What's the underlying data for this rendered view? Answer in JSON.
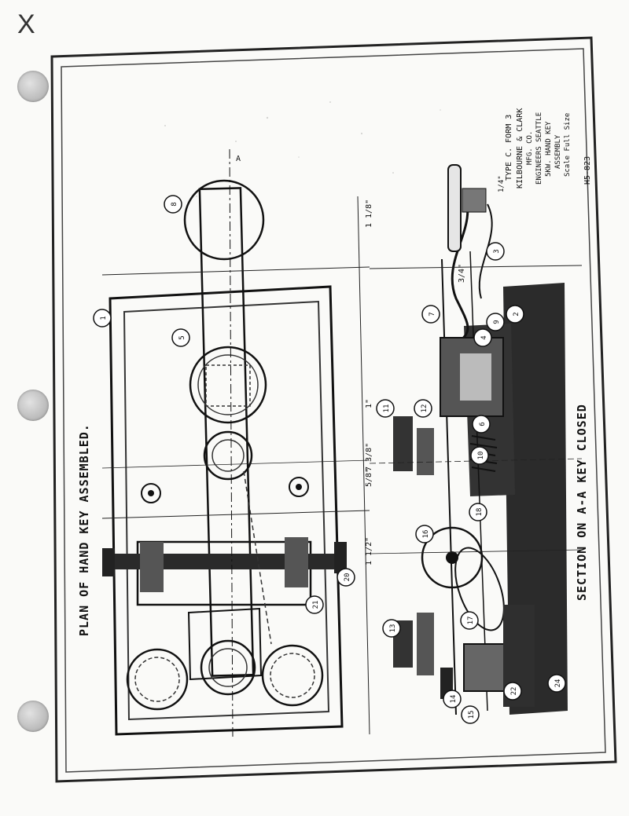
{
  "page": {
    "corner_mark": "X"
  },
  "drawing": {
    "plan_title": "PLAN OF HAND KEY ASSEMBLED.",
    "section_title": "SECTION ON A-A KEY CLOSED",
    "title_block": {
      "line1": "TYPE C. FORM 3",
      "line2": "KILBOURNE & CLARK",
      "line3": "MFG. CO.",
      "line4": "ENGINEERS SEATTLE",
      "line5": "5KW. HAND KEY",
      "line6": "ASSEMBLY",
      "line7": "Scale Full Size",
      "drawing_no": "H5-823"
    },
    "section_marker": "A",
    "part_numbers": [
      "1",
      "2",
      "3",
      "4",
      "5",
      "6",
      "7",
      "8",
      "9",
      "10",
      "11",
      "12",
      "13",
      "14",
      "15",
      "16",
      "17",
      "18",
      "20",
      "21",
      "22",
      "24"
    ],
    "dimensions": {
      "d_7_8": "7 3/8\"",
      "d_1_1_2": "1 1/2\"",
      "d_1": "1\"",
      "d_1_1_8": "1 1/8\"",
      "d_5_8": "5/8\"",
      "d_3_4": "3/4\"",
      "d_1_4": "1/4\""
    }
  }
}
